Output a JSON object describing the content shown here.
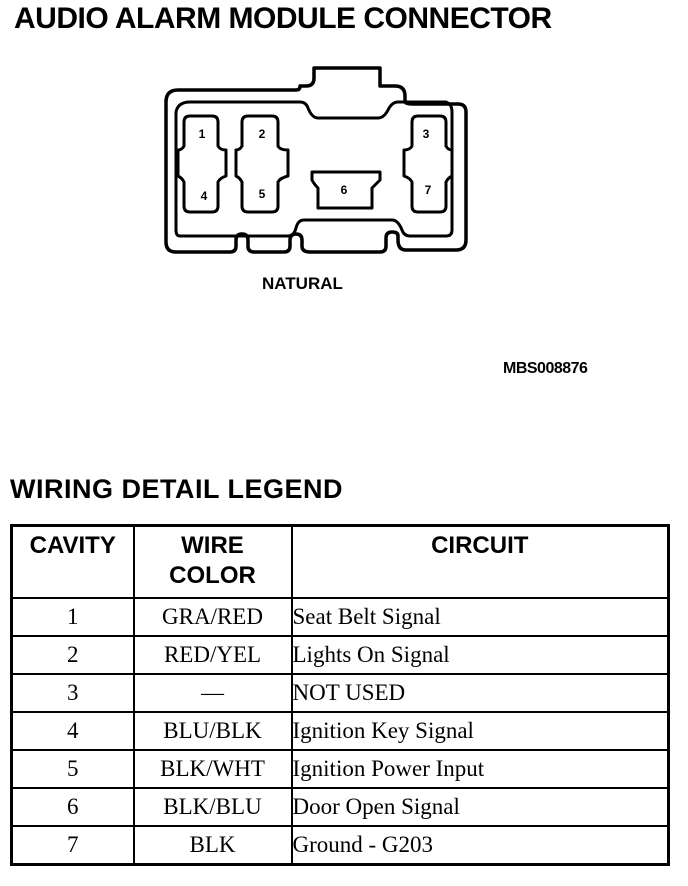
{
  "header": {
    "title": "AUDIO ALARM MODULE CONNECTOR"
  },
  "connector": {
    "color_label": "NATURAL",
    "drawing_code": "MBS008876",
    "cavities": [
      "1",
      "2",
      "3",
      "4",
      "5",
      "6",
      "7"
    ]
  },
  "legend": {
    "title": "WIRING DETAIL LEGEND",
    "headers": {
      "cavity": "CAVITY",
      "wire_color_line1": "WIRE",
      "wire_color_line2": "COLOR",
      "circuit": "CIRCUIT"
    },
    "rows": [
      {
        "cavity": "1",
        "wire_color": "GRA/RED",
        "circuit": "Seat Belt Signal"
      },
      {
        "cavity": "2",
        "wire_color": "RED/YEL",
        "circuit": "Lights On Signal"
      },
      {
        "cavity": "3",
        "wire_color": "—",
        "circuit": "NOT USED"
      },
      {
        "cavity": "4",
        "wire_color": "BLU/BLK",
        "circuit": "Ignition Key Signal"
      },
      {
        "cavity": "5",
        "wire_color": "BLK/WHT",
        "circuit": "Ignition Power Input"
      },
      {
        "cavity": "6",
        "wire_color": "BLK/BLU",
        "circuit": "Door Open Signal"
      },
      {
        "cavity": "7",
        "wire_color": "BLK",
        "circuit": "Ground - G203"
      }
    ]
  }
}
